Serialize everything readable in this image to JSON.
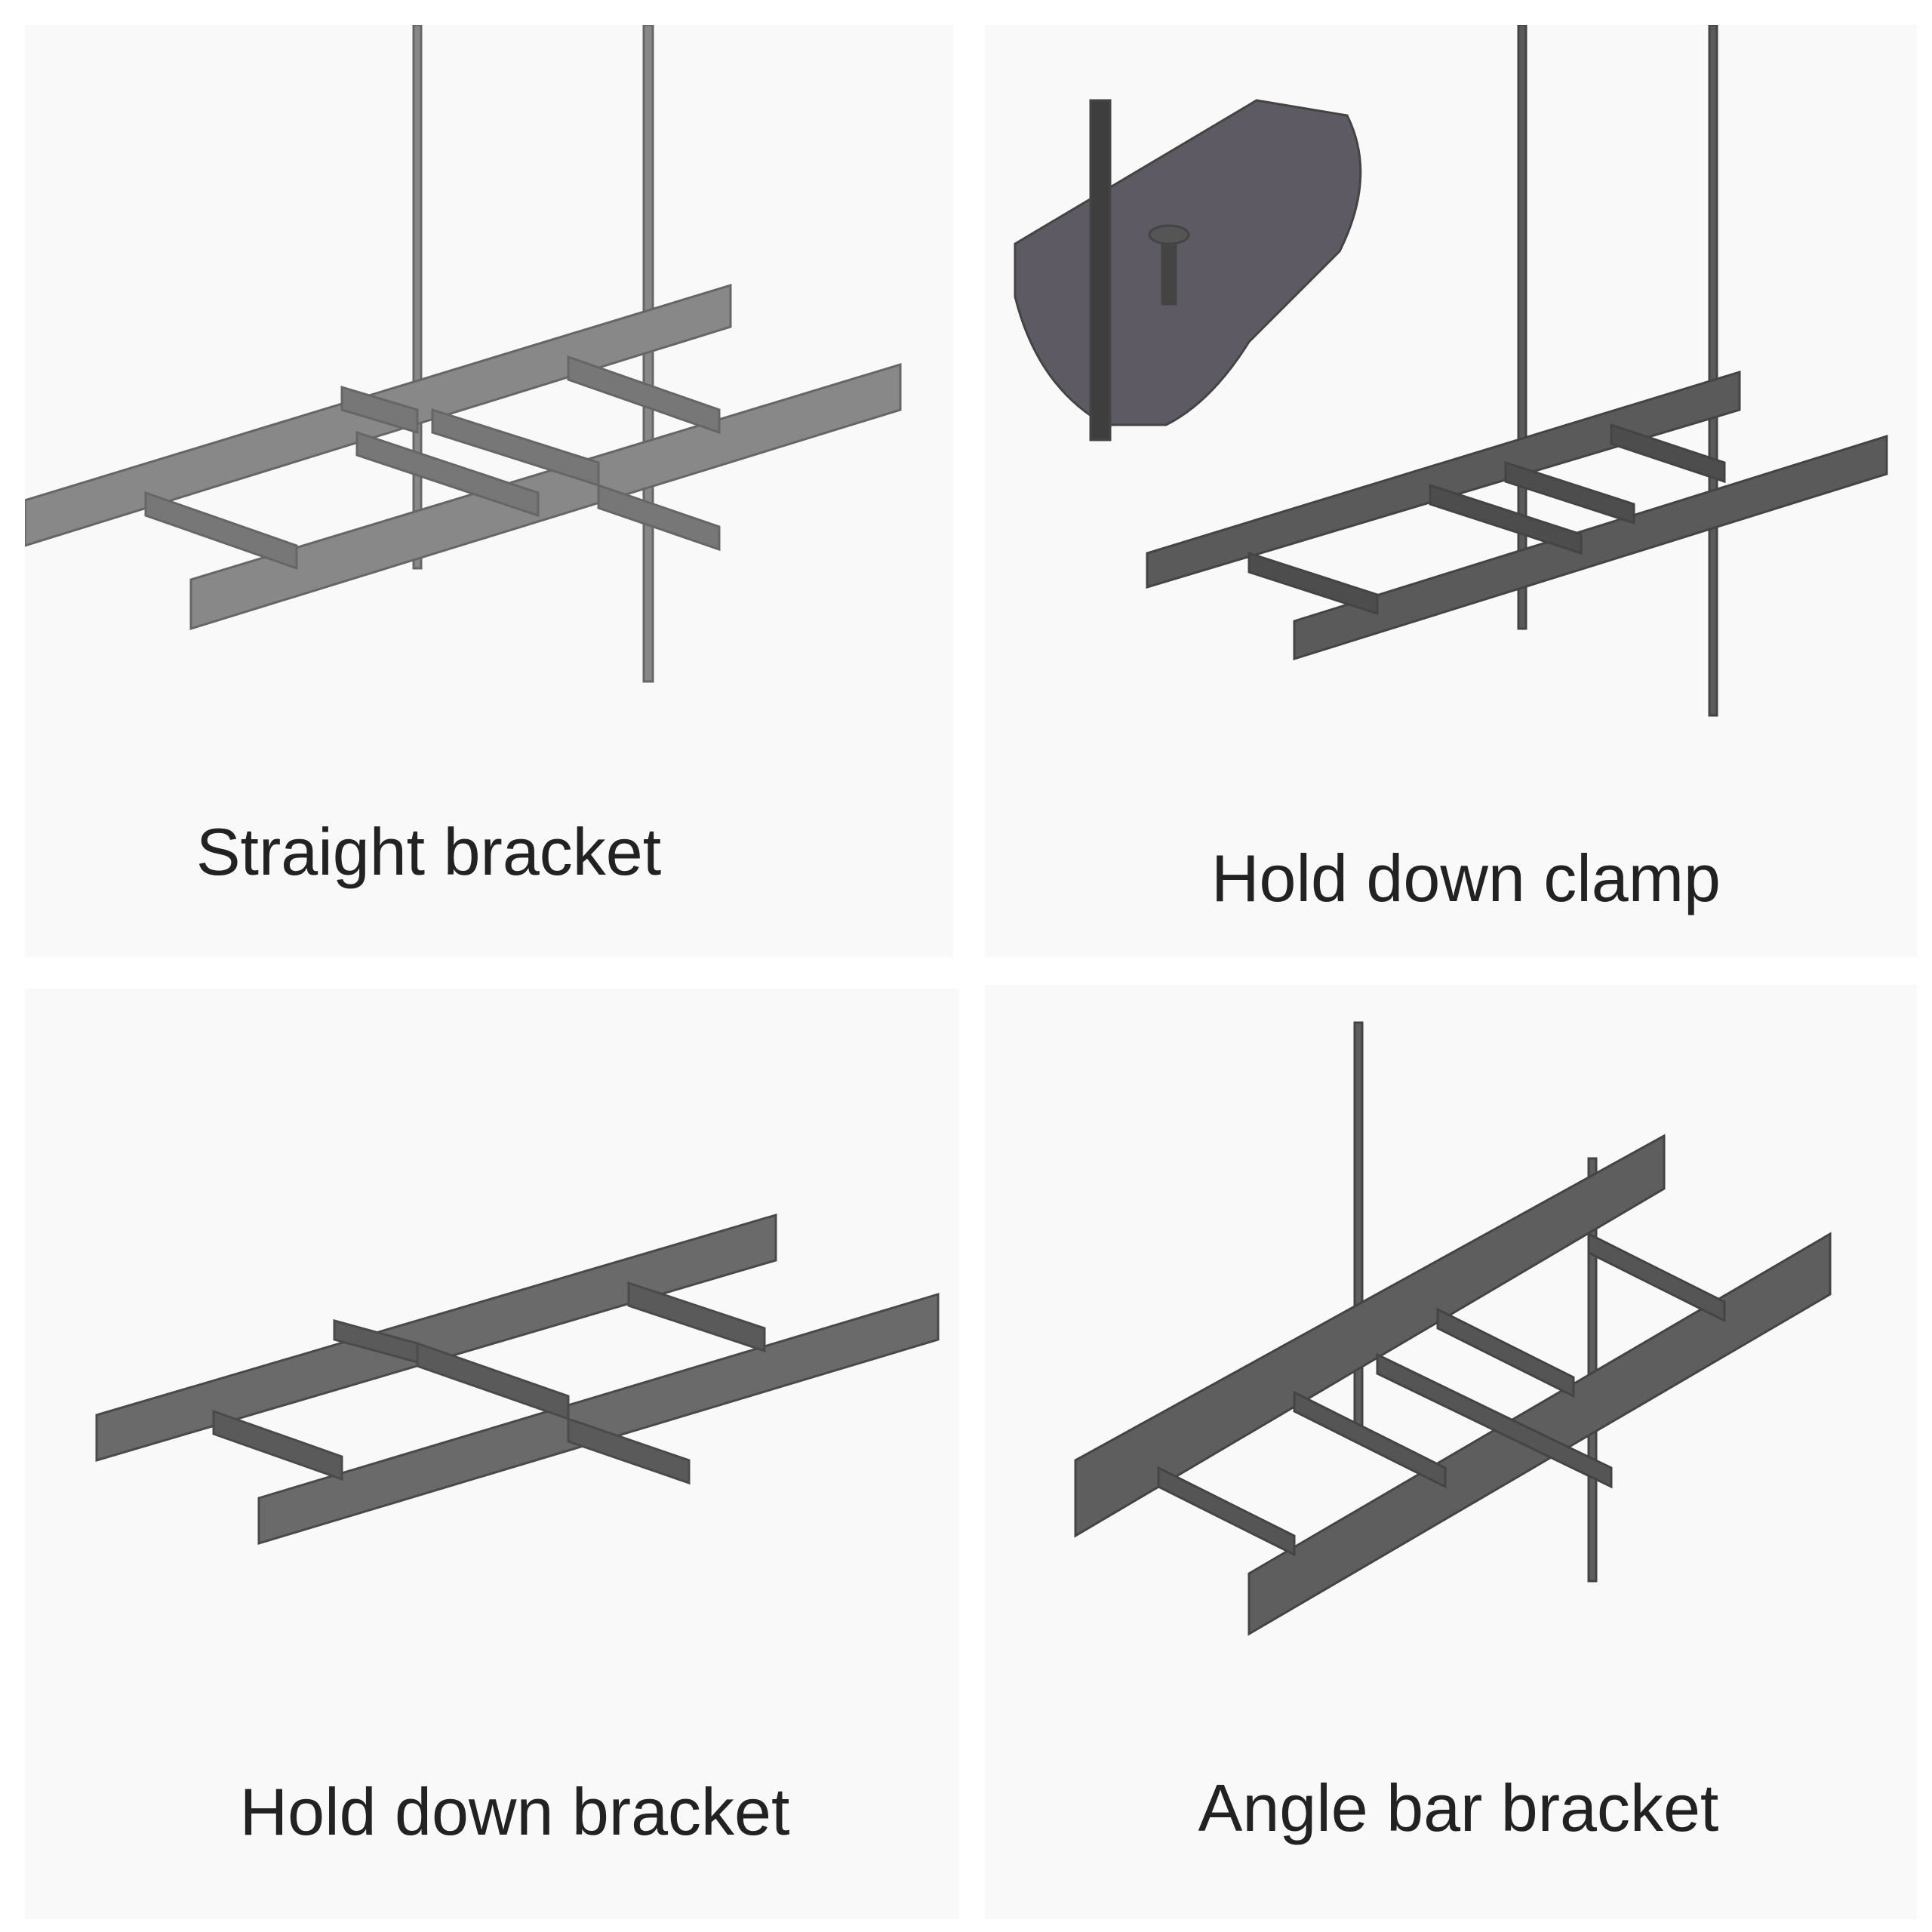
{
  "panels": [
    {
      "caption": "Straight bracket"
    },
    {
      "caption": "Hold down clamp"
    },
    {
      "caption": "Hold down bracket"
    },
    {
      "caption": "Angle bar bracket"
    }
  ],
  "colors": {
    "panel_bg": "#f9f9f9",
    "metal": "#6d6d6d",
    "text": "#222222"
  }
}
